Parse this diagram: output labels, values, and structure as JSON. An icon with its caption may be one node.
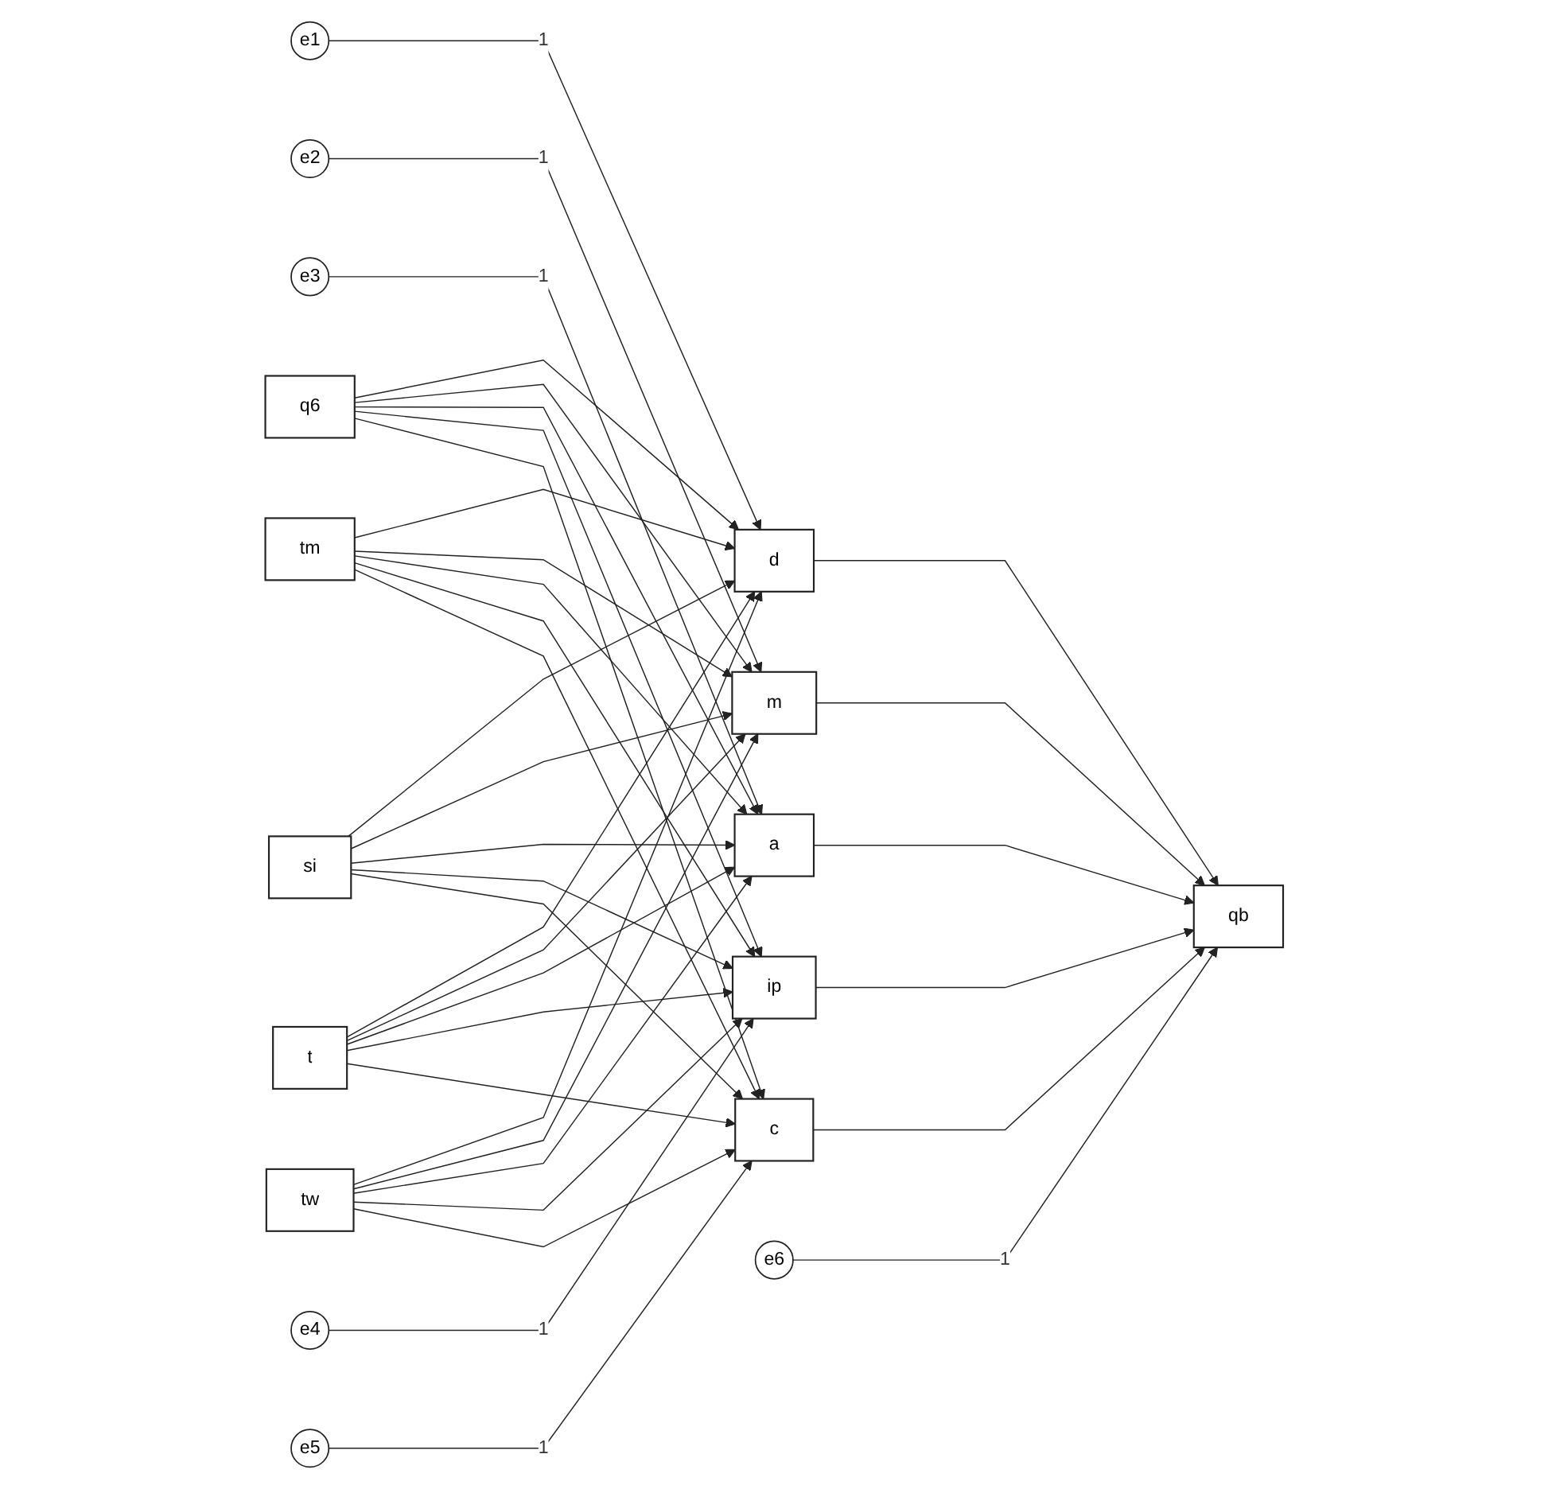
{
  "diagram": {
    "nodes": [
      {
        "text": [
          "q6"
        ]
      },
      {
        "text": [
          "tm"
        ]
      },
      {
        "text": [
          "si"
        ]
      },
      {
        "text": [
          "t"
        ]
      },
      {
        "text": [
          "tw"
        ]
      },
      {
        "text": [
          "e1"
        ]
      },
      {
        "text": [
          "d"
        ]
      },
      {
        "text": [
          "e2"
        ]
      },
      {
        "text": [
          "m"
        ]
      },
      {
        "text": [
          "e3"
        ]
      },
      {
        "text": [
          "a"
        ]
      },
      {
        "text": [
          "e4"
        ]
      },
      {
        "text": [
          "ip"
        ]
      },
      {
        "text": [
          "e5"
        ]
      },
      {
        "text": [
          "c"
        ]
      },
      {
        "text": [
          "e6"
        ]
      },
      {
        "text": [
          "qb"
        ]
      }
    ],
    "edges": [
      {
        "from": 5,
        "to": 6,
        "arrow": "to",
        "label": "1"
      },
      {
        "from": 7,
        "to": 8,
        "arrow": "to",
        "label": "1"
      },
      {
        "from": 9,
        "to": 10,
        "arrow": "to",
        "label": "1"
      },
      {
        "from": 11,
        "to": 12,
        "arrow": "to",
        "label": "1"
      },
      {
        "from": 13,
        "to": 14,
        "arrow": "to",
        "label": "1"
      },
      {
        "from": 15,
        "to": 16,
        "arrow": "to",
        "label": "1"
      },
      {
        "from": 0,
        "to": 6,
        "arrow": "to"
      },
      {
        "from": 0,
        "to": 8,
        "arrow": "to"
      },
      {
        "from": 0,
        "to": 10,
        "arrow": "to"
      },
      {
        "from": 0,
        "to": 12,
        "arrow": "to"
      },
      {
        "from": 0,
        "to": 14,
        "arrow": "to"
      },
      {
        "from": 1,
        "to": 6,
        "arrow": "to"
      },
      {
        "from": 1,
        "to": 8,
        "arrow": "to"
      },
      {
        "from": 1,
        "to": 10,
        "arrow": "to"
      },
      {
        "from": 1,
        "to": 12,
        "arrow": "to"
      },
      {
        "from": 1,
        "to": 14,
        "arrow": "to"
      },
      {
        "from": 2,
        "to": 6,
        "arrow": "to"
      },
      {
        "from": 2,
        "to": 8,
        "arrow": "to"
      },
      {
        "from": 2,
        "to": 10,
        "arrow": "to"
      },
      {
        "from": 2,
        "to": 12,
        "arrow": "to"
      },
      {
        "from": 2,
        "to": 14,
        "arrow": "to"
      },
      {
        "from": 3,
        "to": 6,
        "arrow": "to"
      },
      {
        "from": 3,
        "to": 8,
        "arrow": "to"
      },
      {
        "from": 3,
        "to": 10,
        "arrow": "to"
      },
      {
        "from": 3,
        "to": 12,
        "arrow": "to"
      },
      {
        "from": 3,
        "to": 14,
        "arrow": "to"
      },
      {
        "from": 4,
        "to": 6,
        "arrow": "to"
      },
      {
        "from": 4,
        "to": 8,
        "arrow": "to"
      },
      {
        "from": 4,
        "to": 10,
        "arrow": "to"
      },
      {
        "from": 4,
        "to": 12,
        "arrow": "to"
      },
      {
        "from": 4,
        "to": 14,
        "arrow": "to"
      },
      {
        "from": 6,
        "to": 16,
        "arrow": "to"
      },
      {
        "from": 8,
        "to": 16,
        "arrow": "to"
      },
      {
        "from": 10,
        "to": 16,
        "arrow": "to"
      },
      {
        "from": 12,
        "to": 16,
        "arrow": "to"
      },
      {
        "from": 14,
        "to": 16,
        "arrow": "to"
      }
    ]
  }
}
